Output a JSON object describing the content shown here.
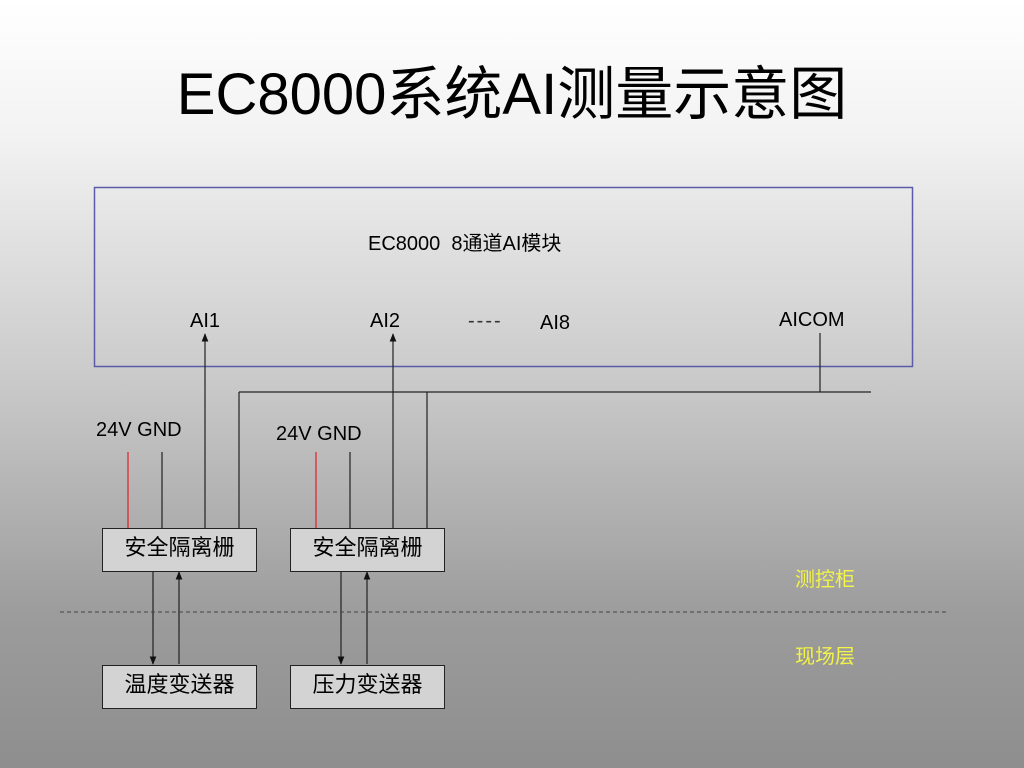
{
  "title": "EC8000系统AI测量示意图",
  "module": {
    "name": "EC8000  8通道AI模块",
    "channels": {
      "ai1": "AI1",
      "ai2": "AI2",
      "ellipsis": "----",
      "ai8": "AI8",
      "aicom": "AICOM"
    }
  },
  "power": {
    "left": "24V GND",
    "right": "24V GND"
  },
  "barriers": {
    "left": "安全隔离栅",
    "right": "安全隔离栅"
  },
  "transmitters": {
    "left": "温度变送器",
    "right": "压力变送器"
  },
  "zones": {
    "cabinet": "测控柜",
    "field": "现场层"
  },
  "colors": {
    "module_border": "#5b5ba8",
    "supply_wire": "#e02020",
    "wire": "#222222",
    "zone_text": "#f3f348",
    "divider": "#444444"
  }
}
